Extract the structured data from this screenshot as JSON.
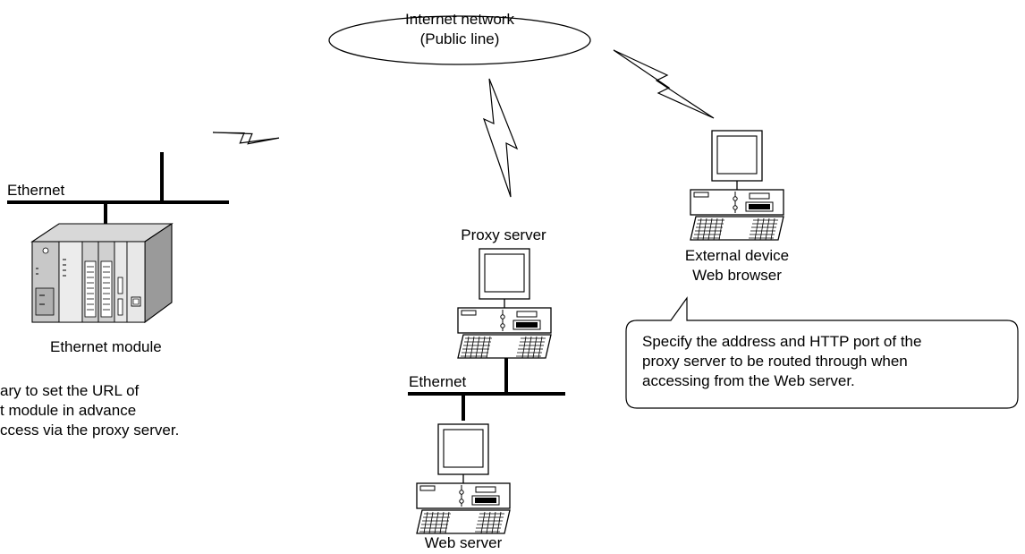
{
  "cloud": {
    "line1": "Internet network",
    "line2": "(Public line)"
  },
  "left": {
    "bus_label": "Ethernet",
    "device_label": "Ethernet module",
    "note": [
      "ary to set the URL of",
      "t module in advance",
      "ccess via the proxy server."
    ]
  },
  "center": {
    "proxy_label": "Proxy server",
    "bus_label": "Ethernet",
    "server_label": "Web server"
  },
  "right": {
    "device_line1": "External device",
    "device_line2": "Web browser",
    "callout": [
      "Specify the address and HTTP port of the",
      "proxy server to be routed through when",
      "accessing from the Web server."
    ]
  }
}
